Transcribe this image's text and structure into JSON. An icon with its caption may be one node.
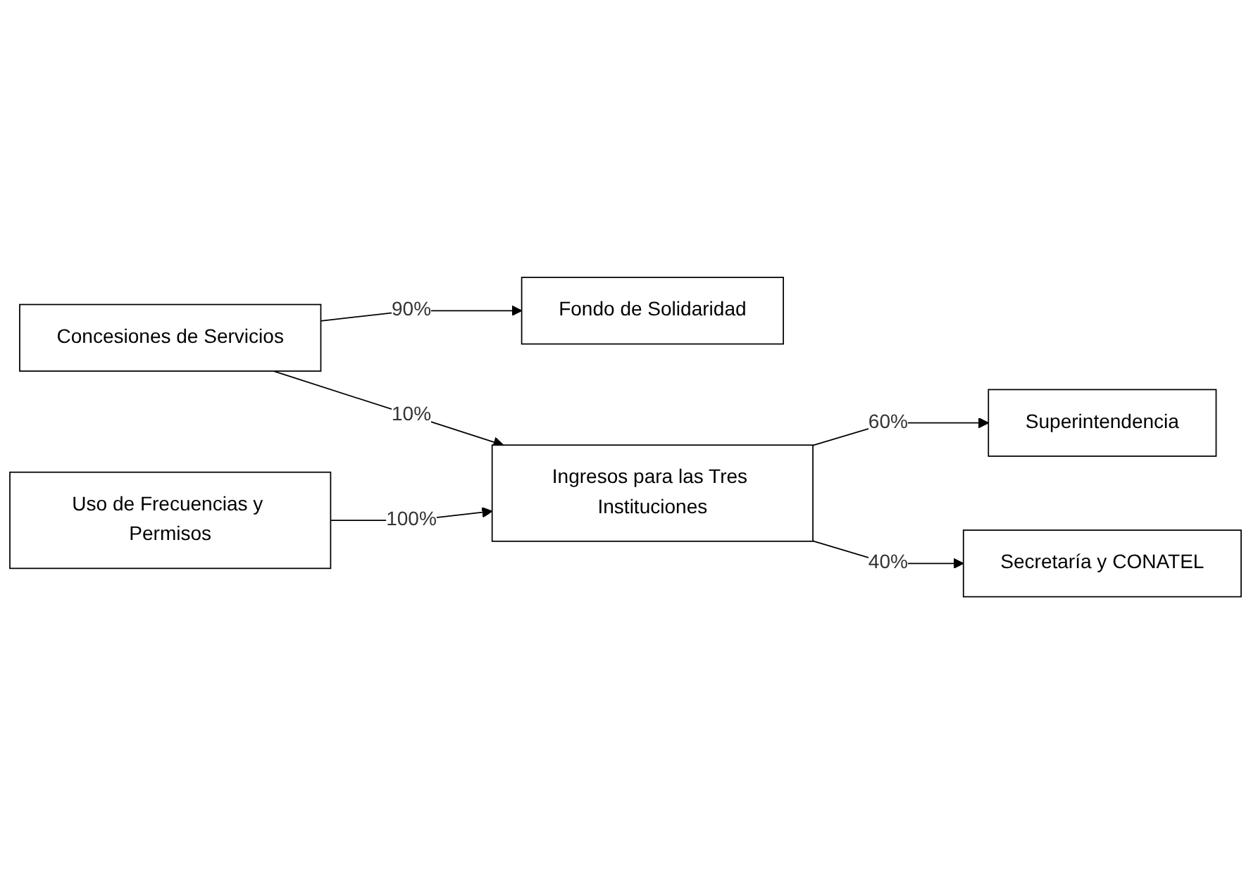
{
  "diagram": {
    "nodes": [
      {
        "text": [
          "Concesiones de Servicios"
        ]
      },
      {
        "text": [
          "Fondo de Solidaridad"
        ]
      },
      {
        "text": [
          "Uso de Frecuencias y Permisos"
        ]
      },
      {
        "text": [
          "Ingresos para las Tres Instituciones"
        ]
      },
      {
        "text": [
          "Superintendencia"
        ]
      },
      {
        "text": [
          "Secretaría y CONATEL"
        ]
      }
    ],
    "edges": [
      {
        "from": 0,
        "to": 1,
        "label": "90%",
        "arrow": "to"
      },
      {
        "from": 0,
        "to": 3,
        "label": "10%",
        "arrow": "to"
      },
      {
        "from": 2,
        "to": 3,
        "label": "100%",
        "arrow": "to"
      },
      {
        "from": 3,
        "to": 4,
        "label": "60%",
        "arrow": "to"
      },
      {
        "from": 3,
        "to": 5,
        "label": "40%",
        "arrow": "to"
      }
    ]
  }
}
